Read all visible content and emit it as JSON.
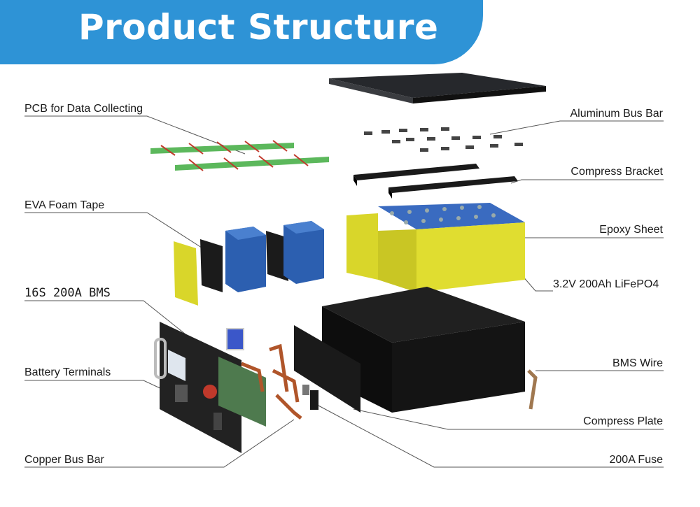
{
  "banner": {
    "title": "Product Structure"
  },
  "labels": {
    "pcb": "PCB for Data Collecting",
    "eva": "EVA Foam Tape",
    "bms": "16S  200A  BMS",
    "terminals": "Battery Terminals",
    "copper": "Copper Bus Bar",
    "aluminum": "Aluminum Bus Bar",
    "bracket": "Compress Bracket",
    "epoxy": "Epoxy Sheet",
    "cell": "3.2V 200Ah LiFePO4",
    "bmswire": "BMS Wire",
    "plate": "Compress Plate",
    "fuse": "200A Fuse"
  },
  "colors": {
    "banner": "#2e93d6",
    "cell_blue": "#2c5fb0",
    "epoxy_yellow": "#d9d62a",
    "pcb_green": "#5cb85c",
    "copper": "#b0552a",
    "case_black": "#141414"
  }
}
